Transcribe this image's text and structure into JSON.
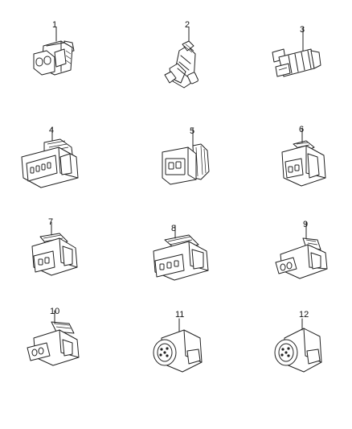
{
  "diagram": {
    "items": [
      {
        "id": "part-1",
        "callout": "1",
        "shape": "plug-round-connector"
      },
      {
        "id": "part-2",
        "callout": "2",
        "shape": "slim-clip-connector"
      },
      {
        "id": "part-3",
        "callout": "3",
        "shape": "sealed-inline-connector"
      },
      {
        "id": "part-4",
        "callout": "4",
        "shape": "four-pin-flat-connector"
      },
      {
        "id": "part-5",
        "callout": "5",
        "shape": "square-two-pin-connector"
      },
      {
        "id": "part-6",
        "callout": "6",
        "shape": "two-pin-latch-connector"
      },
      {
        "id": "part-7",
        "callout": "7",
        "shape": "two-pin-latch-connector"
      },
      {
        "id": "part-8",
        "callout": "8",
        "shape": "three-pin-latch-connector"
      },
      {
        "id": "part-9",
        "callout": "9",
        "shape": "two-pin-angled-connector"
      },
      {
        "id": "part-10",
        "callout": "10",
        "shape": "two-pin-angled-connector"
      },
      {
        "id": "part-11",
        "callout": "11",
        "shape": "round-multi-pin-connector"
      },
      {
        "id": "part-12",
        "callout": "12",
        "shape": "round-multi-pin-connector"
      }
    ]
  }
}
